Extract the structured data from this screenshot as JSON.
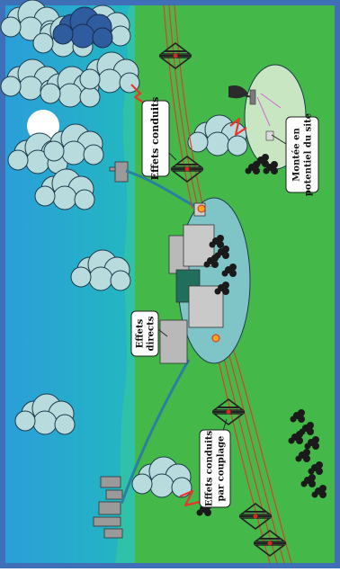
{
  "diagram": {
    "labels": {
      "conducted": "Effets conduits",
      "direct_line1": "Effets",
      "direct_line2": "directs",
      "coupling_line1": "Effets conduits",
      "coupling_line2": "par couplage",
      "potential_line1": "Montée en",
      "potential_line2": "potentiel du site"
    },
    "colors": {
      "sky_top": "#2b9ed9",
      "sky_bottom": "#22b8c0",
      "ground": "#44b949",
      "cloud": "#b8dcde",
      "storm_cloud": "#2f5c9e",
      "frame": "#3e6fb7",
      "site_zone": "#7fc5c8",
      "power_line": "#e03c2c",
      "lightning": "#e8362c",
      "building": "#b9b9b9",
      "building_dark": "#1f6f5c"
    }
  }
}
